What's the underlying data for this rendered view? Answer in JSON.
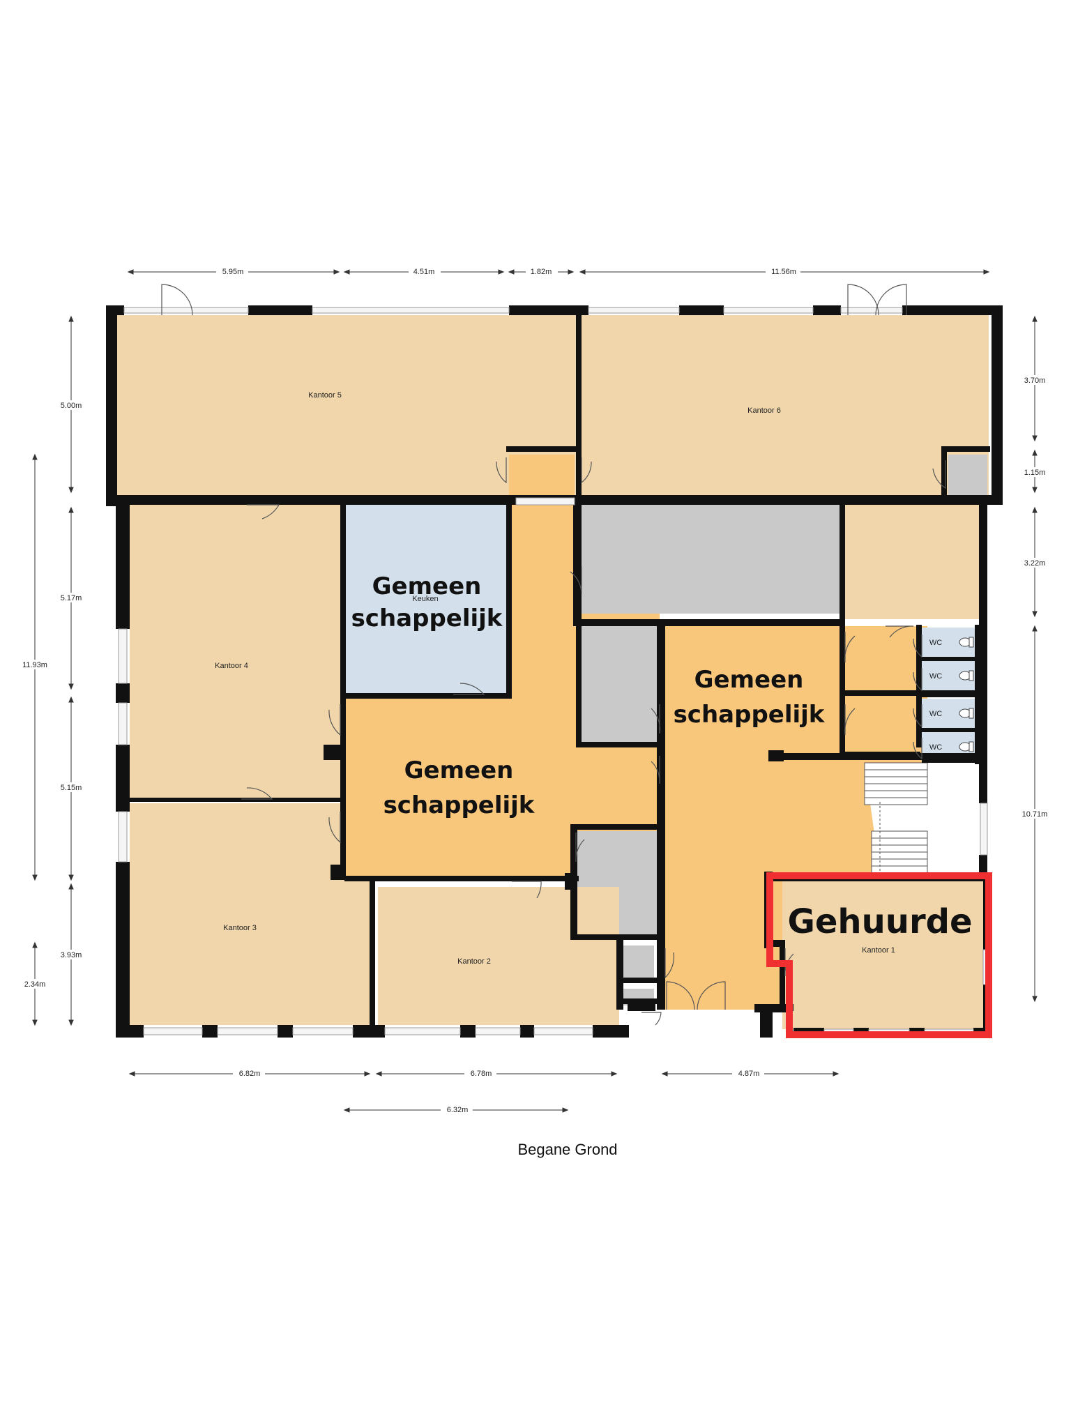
{
  "floor_name": "Begane Grond",
  "rooms": {
    "kantoor5": "Kantoor 5",
    "kantoor6": "Kantoor 6",
    "kantoor4": "Kantoor 4",
    "kantoor3": "Kantoor 3",
    "kantoor2": "Kantoor 2",
    "kantoor1": "Kantoor 1",
    "keuken": "Keuken",
    "wc": "WC"
  },
  "labels": {
    "gemeen": "Gemeen",
    "schappelijk": "schappelijk",
    "gehuurde": "Gehuurde"
  },
  "dimensions": {
    "top": [
      "5.95m",
      "4.51m",
      "1.82m",
      "11.56m"
    ],
    "bottom": [
      "6.82m",
      "6.78m",
      "4.87m"
    ],
    "bottom2": "6.32m",
    "left": [
      "5.00m",
      "11.93m",
      "5.17m",
      "5.15m",
      "3.93m",
      "2.34m"
    ],
    "right": [
      "3.70m",
      "1.15m",
      "3.22m",
      "10.71m"
    ]
  },
  "colors": {
    "office": "#f0d6aa",
    "common": "#f8c77c",
    "kitchen": "#d3e0ec",
    "storage": "#c9c9c9",
    "wall": "#111111",
    "highlight": "#f03030",
    "wc": "#d3e0ec"
  }
}
